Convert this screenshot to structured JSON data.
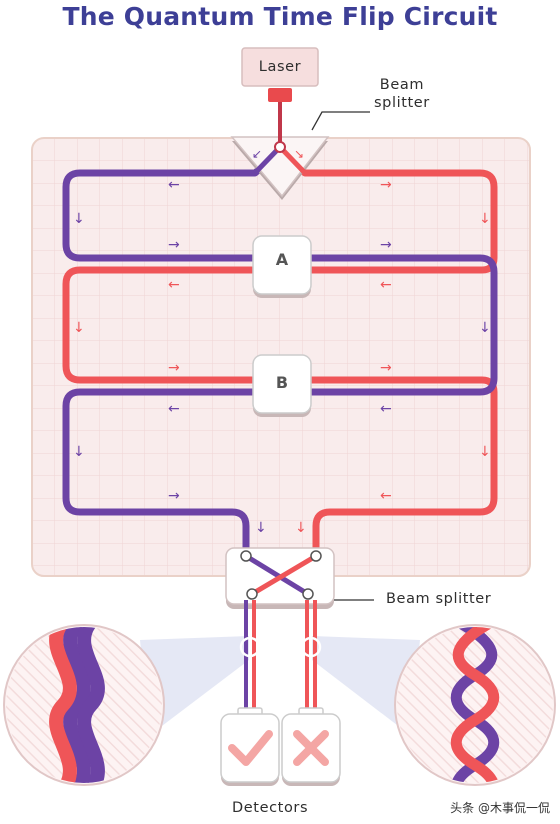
{
  "title": "The Quantum Time Flip Circuit",
  "labels": {
    "laser": "Laser",
    "beam_splitter_top": "Beam\nsplitter",
    "box_a": "A",
    "box_b": "B",
    "beam_splitter_bottom": "Beam splitter",
    "detectors": "Detectors"
  },
  "watermark": "头条 @木事侃一侃",
  "colors": {
    "purple_path": "#6c43a5",
    "red_path": "#ef5558",
    "title": "#3d3f96",
    "grid_background": "#f9ecec",
    "grid_lines": "#f0d4d4",
    "border": "#ead1c8"
  },
  "icons": [
    "check-icon",
    "cross-icon",
    "arrow-left-icon",
    "arrow-right-icon",
    "arrow-down-icon"
  ]
}
